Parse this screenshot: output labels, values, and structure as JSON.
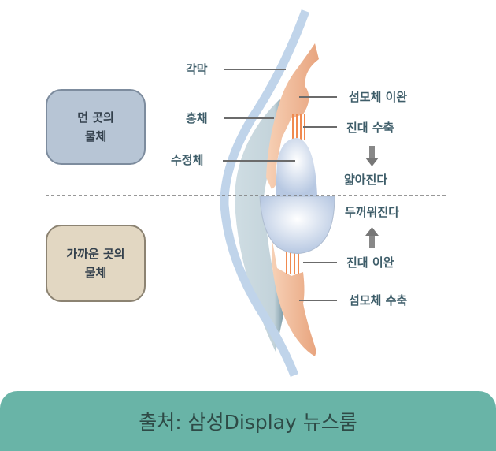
{
  "boxes": {
    "far": "먼 곳의\n물체",
    "far_line1": "먼 곳의",
    "far_line2": "물체",
    "near_line1": "가까운 곳의",
    "near_line2": "물체"
  },
  "labels": {
    "cornea": "각막",
    "iris": "홍채",
    "lens": "수정체",
    "ciliary_relax": "섬모체 이완",
    "zonule_contract": "진대 수축",
    "thinner": "얇아진다",
    "thicker": "두꺼워진다",
    "zonule_relax": "진대 이완",
    "ciliary_contract": "섬모체 수축"
  },
  "footer": "출처: 삼성Display 뉴스룸"
}
